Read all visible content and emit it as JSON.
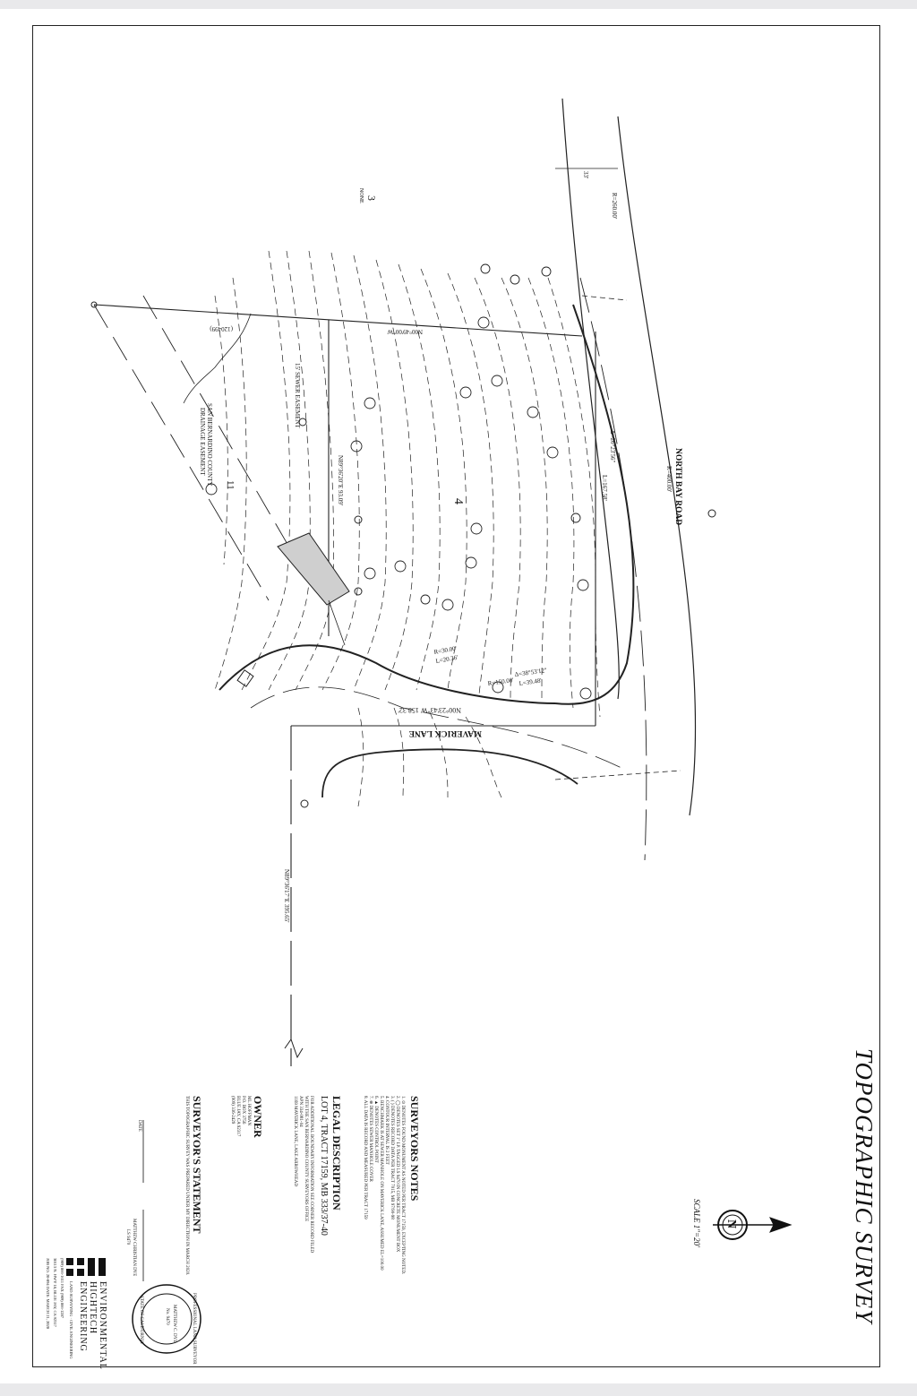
{
  "title": "TOPOGRAPHIC SURVEY",
  "scale": "SCALE 1\"=20'",
  "roads": {
    "north_bay": "NORTH BAY ROAD",
    "north_bay_radius": "R=400.00'",
    "maverick": "MAVERICK LANE"
  },
  "lots": {
    "lot_3": "3",
    "lot_3_sub": "NONE",
    "lot_4": "4",
    "lot_11": "11"
  },
  "linework": {
    "easement_1": "SAN BERNARDINO COUNTY",
    "easement_2": "DRAINAGE EASEMENT",
    "sewer": "15' SEWER EASEMENT",
    "bearing_1": "N89°36'20\"E 93.09'",
    "bearing_2": "N00°23'43\"W 158.32'",
    "bearing_3": "N89°36'17\"E 395.65'",
    "curve_1": "R=30.00'",
    "curve_2": "L=20.36'",
    "curve_3": "Δ=38°53'12\"",
    "curve_4": "L=39.48'",
    "curve_5": "R=150.00'",
    "curve_6": "Δ=26°23'56\"",
    "curve_7": "L=167.58'",
    "curve_8": "N00°49'00\"W",
    "dim_33": "33'",
    "radius_260": "R=260.00'",
    "ref_mark": "(120499)"
  },
  "notes": {
    "heading": "SURVEYORS NOTES",
    "items": [
      "1. ⊙ DENOTES FOUND MONUMENT AS NOTED PER TRACT 17159, EXCEPTING NOTED.",
      "2. ◯ DENOTES SET 1\" I.P. TAGGED LS 9470 IN CONCRETE MONUMENT BOX",
      "3. (  ) DENOTES RECORD DATA PER TRACT 7015, MB 97/90-98",
      "4. CONTOUR INTERVAL IS 2 FEET",
      "5. BENCHMARK IS AT SEWER MANHOLE ON MAVERICK LANE, ASSUMED EL=100.00",
      "6. ▲ DENOTES CONTROL POINT",
      "7. ⊕ DENOTES SEWER MANHOLE COVER",
      "8. ALL DATA IS RECORD AND MEASURED PER TRACT 17159"
    ]
  },
  "legal": {
    "heading": "LEGAL DESCRIPTION",
    "text": "LOT 4, TRACT 17159, MB 333/37-40",
    "items": [
      "FOR ADDITIONAL BOUNDARY INFORMATION SEE CORNER RECORD FILED",
      "WITH THE SAN BERNARDINO COUNTY SURVEYORS OFFICE",
      "APN 334-081-04",
      "1169 MAVERICK LANE, LAKE ARROWHEAD"
    ]
  },
  "owner": {
    "heading": "OWNER",
    "lines": [
      "ML HOFFMAN",
      "P.O. BOX 3756",
      "BLUE JAY, CA 92317",
      "(909) 336-2429"
    ]
  },
  "statement": {
    "heading": "SURVEYOR'S STATEMENT",
    "text": "THIS TOPOGRAPHIC SURVEY WAS PREPARED UNDER MY DIRECTION IN MARCH 2020.",
    "date_label": "DATE",
    "signer": "MATTHEW CHRISTIAN DYE",
    "signer_ls": "LS 9470"
  },
  "seal": {
    "outer": "PROFESSIONAL LAND SURVEYOR",
    "state": "STATE OF CALIFORNIA",
    "name": "MATTHEW C. DYE",
    "number": "No. 9470"
  },
  "firm": {
    "line1": "ENVIRONMENTAL",
    "line2": "HIGHTECH",
    "line3": "ENGINEERING",
    "tagline": "LAND SURVEYING · CIVIL ENGINEERING",
    "phone": "(909) 866-1611  FAX (909) 866-1287",
    "address": "30113 N. HWY 18, BLUE JAY, CA 92317",
    "job": "JOB NO. 20-094  DATE: MARCH 21, 2020"
  }
}
